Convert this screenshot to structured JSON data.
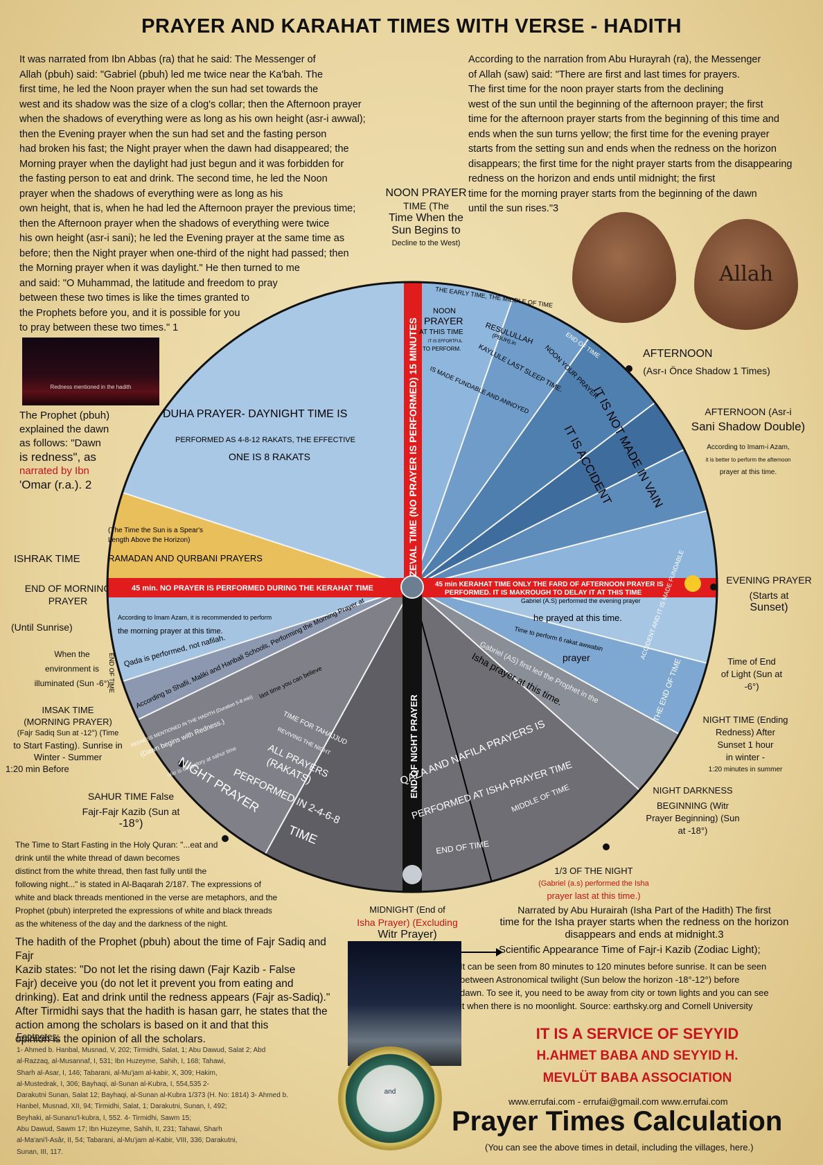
{
  "title": "PRAYER AND KARAHAT TIMES WITH VERSE - HADITH",
  "left_hadith": [
    "It was narrated from Ibn Abbas (ra) that he said: The Messenger of",
    "Allah (pbuh) said: \"Gabriel (pbuh) led me twice near the Ka'bah. The",
    "first time, he led the Noon prayer when the sun had set towards the",
    "west and its shadow was the size of a clog's collar; then the Afternoon prayer",
    "when the shadows of everything were as long as his own height (asr-i awwal);",
    "then the Evening prayer when the sun had set and the fasting person",
    "had broken his fast; the Night prayer when the dawn had disappeared; the",
    "Morning prayer when the daylight had just begun and it was forbidden for",
    "the fasting person to eat and drink. The second time, he led the Noon",
    "prayer when the shadows of everything were as long as his",
    "own height, that is, when he had led the Afternoon prayer the previous time;",
    "then the Afternoon prayer when the shadows of everything were twice",
    "his own height (asr-i sani); he led the Evening prayer at the same time as",
    "before; then the Night prayer when one-third of the night had passed; then",
    "the Morning prayer when it was daylight.\" He then turned to me",
    "and said: \"O Muhammad, the latitude and freedom to pray",
    "between these two times is like the times granted to",
    "the Prophets before you, and it is possible for you",
    "to pray between these two times.\" 1"
  ],
  "right_hadith": [
    "According to the narration from Abu Hurayrah (ra), the Messenger",
    "of Allah (saw) said: \"There are first and last times for prayers.",
    "The first time for the noon prayer starts from the declining",
    "west of the sun until the beginning of the afternoon prayer; the first",
    "time for the afternoon prayer starts from the beginning of this time and",
    "ends when the sun turns yellow; the first time for the evening prayer",
    "starts from the setting sun and ends when the redness on the horizon",
    "disappears; the first time for the night prayer starts from the disappearing",
    "redness on the horizon and ends until midnight; the first",
    "time for the morning prayer starts from the beginning of the dawn",
    "until the sun rises.\"3"
  ],
  "photo_red_caption": "Redness mentioned in the hadith",
  "dawn_note": {
    "a": "The Prophet (pbuh)",
    "b": "explained the dawn",
    "c": "as follows: \"Dawn",
    "d": "is redness\", as",
    "e": "narrated by Ibn",
    "f": "'Omar (r.a.). 2"
  },
  "noon": {
    "title": "NOON PRAYER",
    "sub1": "TIME (The",
    "sub2": "Time When the",
    "sub3": "Sun Begins to",
    "sub4": "Decline to the West)"
  },
  "afternoon1": {
    "title": "AFTERNOON",
    "sub": "(Asr-ı Önce Shadow 1 Times)"
  },
  "afternoon2": {
    "title": "AFTERNOON (Asr-i",
    "sub": "Sani Shadow Double)",
    "note1": "According to Imam-i Azam,",
    "note2": "it is better to perform the afternoon",
    "note3": "prayer at this time."
  },
  "evening": {
    "title": "EVENING PRAYER",
    "sub1": "(Starts at",
    "sub2": "Sunset)"
  },
  "end_light": {
    "a": "Time of End",
    "b": "of Light (Sun at",
    "c": "-6°)"
  },
  "night_time": {
    "a": "NIGHT TIME (Ending",
    "b": "Redness) After",
    "c": "Sunset 1 hour",
    "d": "in winter -",
    "e": "1:20 minutes in summer"
  },
  "night_dark": {
    "a": "NIGHT DARKNESS",
    "b": "BEGINNING (Witr",
    "c": "Prayer Beginning) (Sun",
    "d": "at -18°)"
  },
  "third_night": {
    "a": "1/3 OF THE NIGHT",
    "b": "(Gabriel (a.s) performed the Isha",
    "c": "prayer last at this time.)"
  },
  "midnight": {
    "a": "MIDNIGHT (End of",
    "b": "Isha Prayer) (Excluding",
    "c": "Witr Prayer)"
  },
  "ishrak": "ISHRAK TIME",
  "end_morning": {
    "a": "END OF MORNING PRAYER",
    "b": "(Until Sunrise)"
  },
  "environment": {
    "a": "When the",
    "b": "environment is",
    "c": "illuminated (Sun -6°)"
  },
  "imsak": {
    "a": "IMSAK TIME",
    "b": "(MORNING PRAYER)",
    "c": "(Fajr Sadiq Sun at -12°) (Time",
    "d": "to Start Fasting). Sunrise in",
    "e": "Winter - Summer",
    "f": "1:20 min Before"
  },
  "sahur": {
    "a": "SAHUR TIME False",
    "b": "Fajr-Fajr Kazib (Sun at",
    "c": "-18°)"
  },
  "fasting_verse": [
    "The Time to Start Fasting in the Holy Quran: \"...eat and",
    "drink until the white thread of dawn becomes",
    "distinct from the white thread, then fast fully until the",
    "following night...\" is stated in Al-Baqarah 2/187. The expressions of",
    "white and black threads mentioned in the verse are metaphors, and the",
    "Prophet (pbuh) interpreted the expressions of white and black threads",
    "as the whiteness of the day and the darkness of the night."
  ],
  "fajr_hadith": [
    "The hadith of the Prophet (pbuh) about the time of Fajr Sadiq and Fajr",
    "Kazib states: \"Do not let the rising dawn (Fajr Kazib - False",
    "Fajr) deceive you (do not let it prevent you from eating and",
    "drinking). Eat and drink until the redness appears (Fajr as-Sadiq).\"",
    "After Tirmidhi says that the hadith is hasan garr, he states that the",
    "action among the scholars is based on it and that this",
    "opinion is the opinion of all the scholars."
  ],
  "footnotes_title": "Footnotes:",
  "footnotes": [
    "1- Ahmed b. Hanbal, Musnad, V, 202; Tirmidhi, Salat, 1; Abu Dawud, Salat 2; Abd",
    "al-Razzaq, al-Musannaf, I, 531; Ibn Huzeyme, Sahih, I, 168; Tahawi,",
    "Sharh al-Asar, I, 146; Tabarani, al-Mu'jam al-kabir, X, 309; Hakim,",
    "al-Mustedrak, I, 306; Bayhaqi, al-Sunan al-Kubra, I, 554,535 2-",
    "Darakutni Sunan, Salat 12; Bayhaqi, al-Sunan al-Kubra 1/373 (H. No: 1814) 3- Ahmed b.",
    "Hanbel, Musnad, XII, 94; Tirmidhi, Salat, 1; Darakutni, Sunan, I, 492;",
    "Beyhaki, al-Sunanu'l-kubra, I, 552. 4- Tirmidhi, Sawm 15;",
    "Abu Dawud, Sawm 17; Ibn Huzeyme, Sahih, II, 231; Tahawi, Sharh",
    "al-Ma'ani'l-Asâr, II, 54; Tabarani, al-Mu'jam al-Kabir, VIII, 336; Darakutni,",
    "Sunan, III, 117."
  ],
  "isha_hadith": {
    "a": "Narrated by Abu Hurairah (Isha Part of the Hadith) The first",
    "b": "time for the Isha prayer starts when the redness on the horizon",
    "c": "disappears and ends at midnight.3"
  },
  "zodiac": {
    "title": "Scientific Appearance Time of Fajr-i Kazib (Zodiac Light);",
    "lines": [
      "It can be seen from 80 minutes to 120 minutes before sunrise. It can be seen",
      "between Astronomical twilight (Sun below the horizon -18°-12°) before",
      "dawn. To see it, you need to be away from city or town lights and you can see",
      "it when there is no moonlight. Source: earthsky.org and Cornell University"
    ]
  },
  "service": {
    "a": "IT IS A SERVICE OF SEYYID",
    "b": "H.AHMET BABA AND SEYYID H.",
    "c": "MEVLÜT BABA ASSOCIATION"
  },
  "contact": "www.errufai.com - errufai@gmail.com www.errufai.com",
  "ptc": "Prayer Times Calculation",
  "ptc_sub": "(You can see the above times in detail, including the villages, here.)",
  "seal_text": "and",
  "leaf_right": "Allah",
  "wheel": {
    "zeval": "ZEVAL TIME (NO PRAYER IS PERFORMED) 15 MINUTES",
    "end_night": "END OF NIGHT PRAYER",
    "left_band": "45 min. NO PRAYER IS PERFORMED DURING THE KERAHAT TIME",
    "right_band1": "45 min KERAHAT TIME ONLY THE FARD OF AFTERNOON PRAYER IS",
    "right_band2": "PERFORMED. IT IS MAKROUGH TO DELAY IT AT THIS TIME",
    "duha1": "DUHA PRAYER- DAYNIGHT TIME IS",
    "duha2": "PERFORMED AS 4-8-12 RAKATS, THE EFFECTIVE",
    "duha3": "ONE IS 8 RAKATS",
    "spear1": "(The Time the Sun is a Spear's",
    "spear2": "Length Above the Horizon)",
    "ramadan": "RAMADAN AND QURBANI PRAYERS",
    "noon_seg1": "NOON",
    "noon_seg2": "PRAYER",
    "noon_seg3": "AT THIS TIME",
    "noon_seg4": "IT IS EFFORTFUL",
    "noon_seg5": "TO PERFORM.",
    "resul1": "RESULULLAH",
    "resul2": "(PBUH).in",
    "resul3": "KAYLULE LAST SLEEP TIME.",
    "end_time": "END OF TIME",
    "noon_your": "NOON YOUR PRAYER",
    "early_mid": "THE EARLY TIME, THE MIDDLE OF TIME",
    "fundable": "IS MADE FUNDABLE AND ANNOYED",
    "not_vain": "IT IS NOT MADE IN VAIN",
    "accident": "IT IS ACCIDENT",
    "gabriel_eve": "Gabriel (A.S) performed the evening prayer",
    "prayed": "he prayed at this time.",
    "awwabin1": "Time to perform 6 rakat awwabin",
    "awwabin2": "prayer",
    "isha1": "Gabriel (AS) first led the Prophet in the",
    "isha2": "Isha prayer at this time.",
    "accident_fund": "ACCIDENT AND IT IS MADE FUNDABLE",
    "end_of_time_r": "THE END OF TIME",
    "imam_azam1": "According to Imam Azam, it is recommended to perform",
    "imam_azam2": "the morning prayer at this time.",
    "end_of_time_l": "END OF TIME",
    "qada": "Qada is performed, not nafilah.",
    "shafii": "According to Shafii, Maliki and Hanbali Schools, Performing the Morning Prayer at",
    "last_time": "last time you can believe",
    "redness1": "REDNESS MENTIONED IN THE HADITH (Duration 5-8 min)",
    "redness2": "(Dawn begins with Redness.)",
    "witr_sahur": "Witr is obligatory at sahur time",
    "tahajjud1": "TIME FOR TAHAJJUD",
    "tahajjud2": "REVIVING THE NIGHT",
    "all1": "ALL PRAYERS",
    "all2": "(RAKATS)",
    "all3": "PERFORMED IN 2-4-6-8",
    "night_prayer": "NIGHT PRAYER",
    "time": "TIME",
    "qaza": "QAZA AND NAFILA PRAYERS IS",
    "performed_isha": "PERFORMED AT ISHA PRAYER TIME",
    "middle_time": "MIDDLE OF TIME",
    "end_of_time_b": "END OF TIME"
  }
}
